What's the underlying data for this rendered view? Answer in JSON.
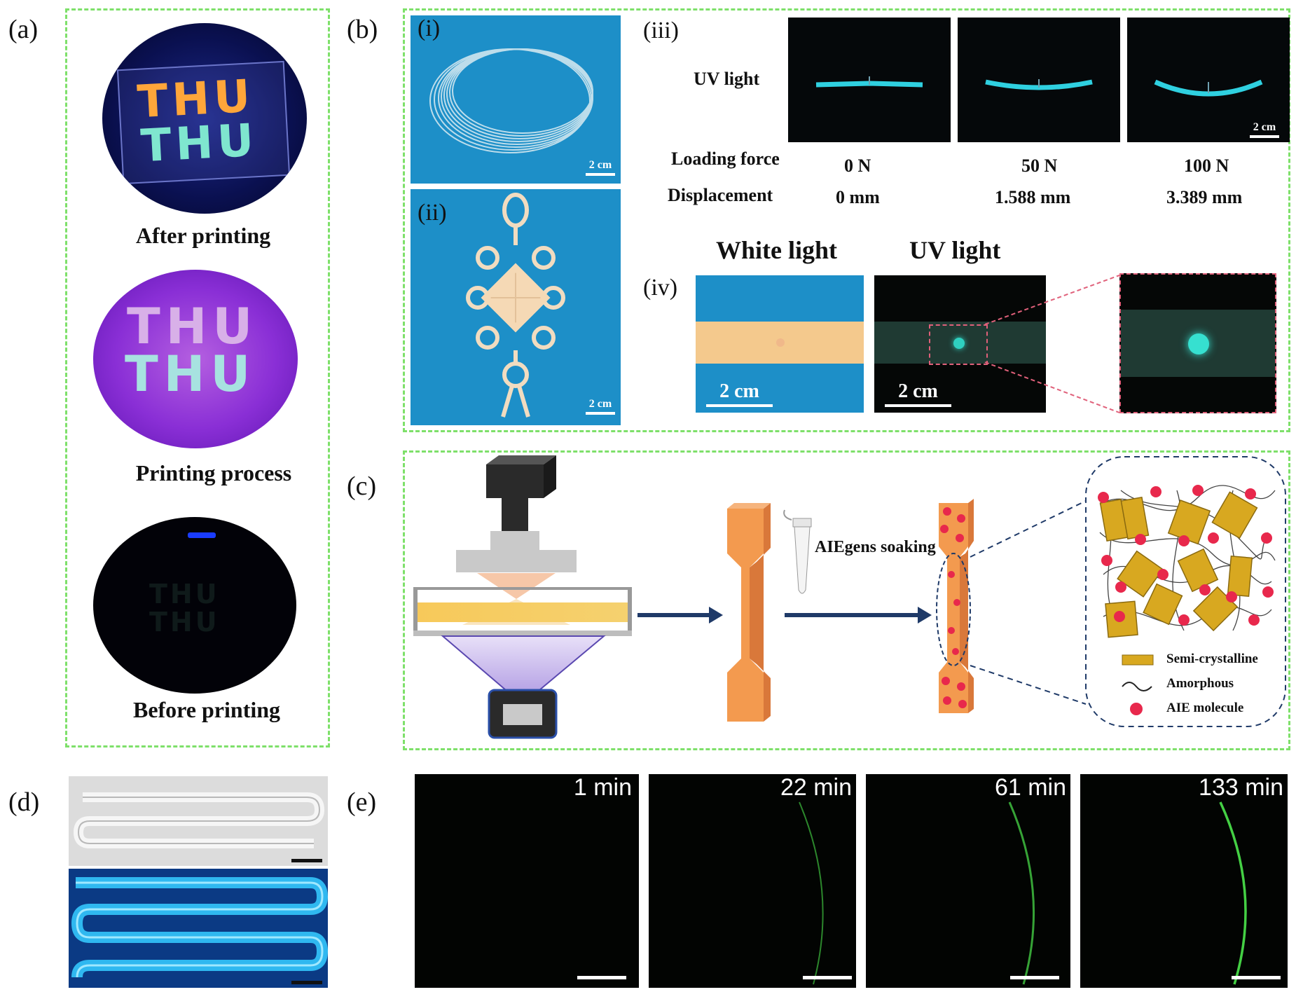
{
  "panels": {
    "a": {
      "letter": "(a)",
      "photos": [
        {
          "caption": "After printing",
          "text_top": "THU",
          "text_bottom": "THU"
        },
        {
          "caption": "Printing process",
          "text_top": "THU",
          "text_bottom": "THU"
        },
        {
          "caption": "Before printing",
          "text_top": "THU",
          "text_bottom": "THU"
        }
      ]
    },
    "b": {
      "letter": "(b)",
      "i": {
        "label": "(i)",
        "scale": "2 cm"
      },
      "ii": {
        "label": "(ii)",
        "scale": "2 cm"
      },
      "iii": {
        "label": "(iii)",
        "row_label": "UV light",
        "scale": "2 cm",
        "force_label": "Loading force",
        "disp_label": "Displacement",
        "forces": [
          "0 N",
          "50 N",
          "100 N"
        ],
        "displacements": [
          "0 mm",
          "1.588 mm",
          "3.389 mm"
        ]
      },
      "iv": {
        "label": "(iv)",
        "white_title": "White light",
        "uv_title": "UV light",
        "scale_white": "2 cm",
        "scale_uv": "2 cm"
      }
    },
    "c": {
      "letter": "(c)",
      "soak_label": "AIEgens soaking",
      "legend": [
        "Semi-crystalline",
        "Amorphous",
        "AIE molecule"
      ]
    },
    "d": {
      "letter": "(d)"
    },
    "e": {
      "letter": "(e)",
      "times": [
        "1 min",
        "22 min",
        "61 min",
        "133 min"
      ]
    }
  },
  "colors": {
    "dash_green": "#7ee06a",
    "photo_blue": "#1d8fc8",
    "orange": "#f39a4f",
    "red_dot": "#e8284c",
    "crystal_gold": "#d8a820",
    "arrow_navy": "#1f3a68",
    "fluor_green": "#3fbf3f",
    "cyan_glow": "#2fd0e0"
  }
}
